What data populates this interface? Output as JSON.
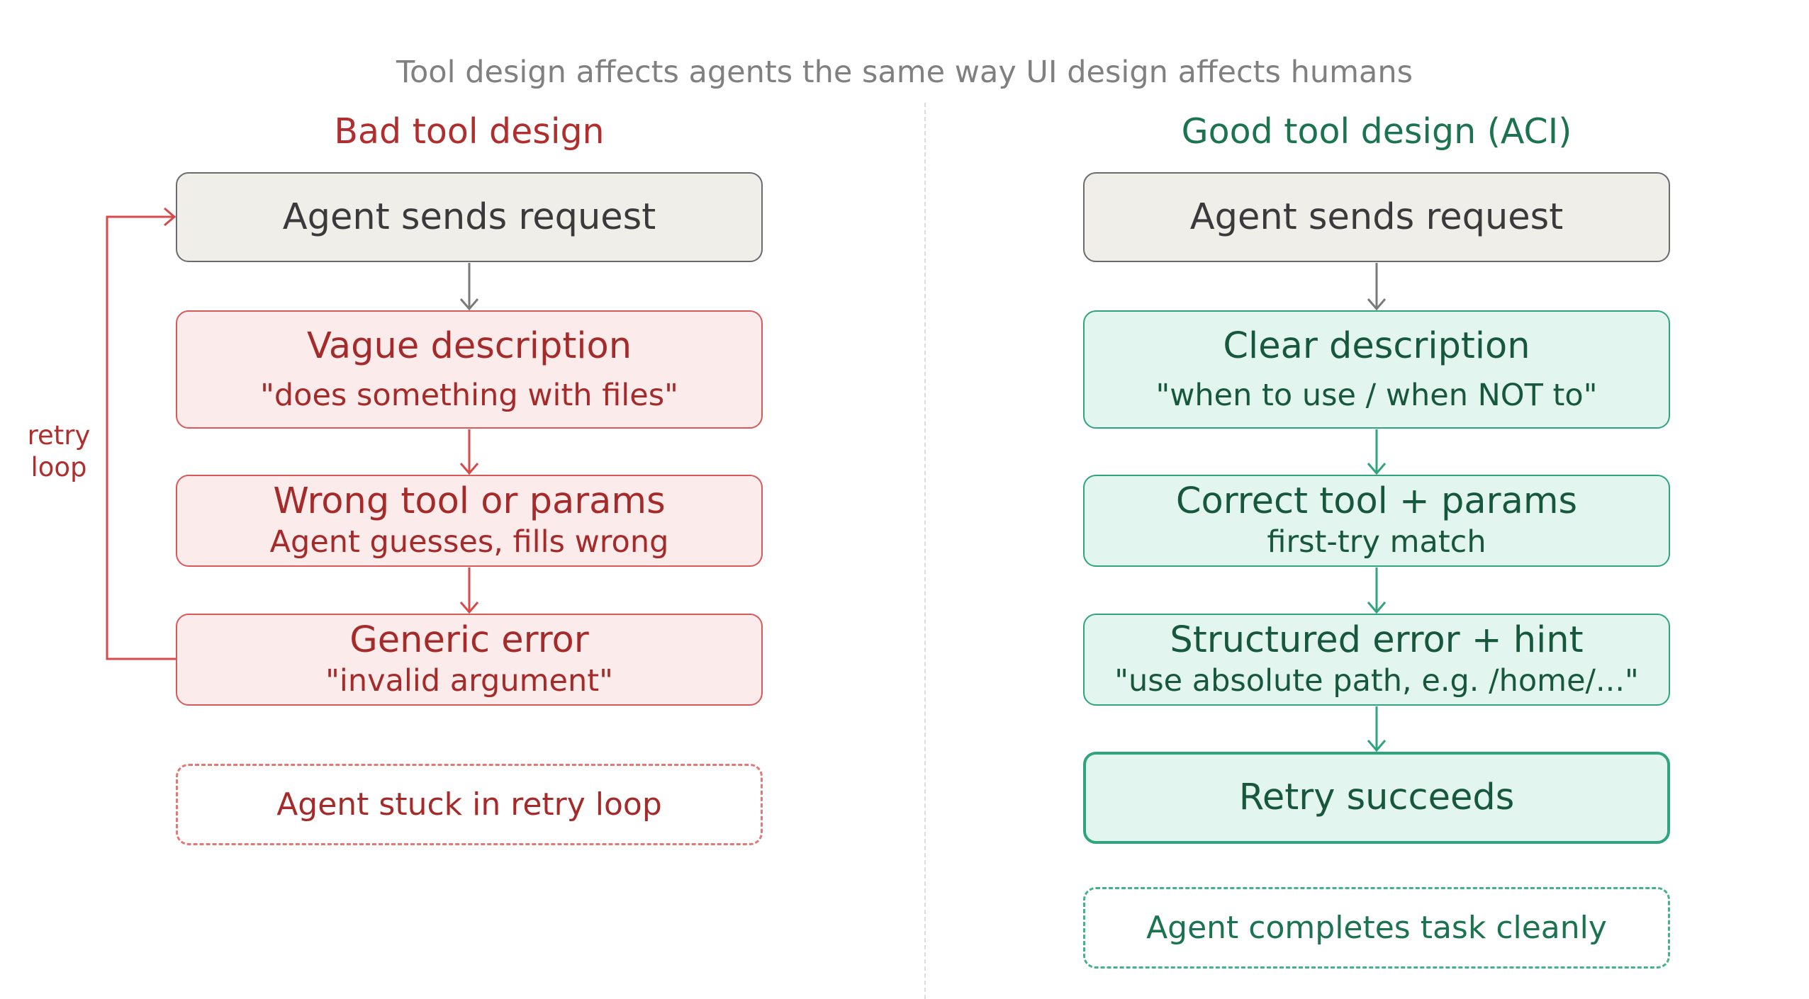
{
  "title": "Tool design affects agents the same way UI design affects humans",
  "bad": {
    "heading": "Bad tool design",
    "retry_label_line1": "retry",
    "retry_label_line2": "loop",
    "request": "Agent sends request",
    "vague_title": "Vague description",
    "vague_sub": "\"does something with files\"",
    "wrong_title": "Wrong tool or params",
    "wrong_sub": "Agent guesses, fills wrong",
    "error_title": "Generic error",
    "error_sub": "\"invalid argument\"",
    "outcome": "Agent stuck in retry loop"
  },
  "good": {
    "heading": "Good tool design (ACI)",
    "request": "Agent sends request",
    "clear_title": "Clear description",
    "clear_sub": "\"when to use / when NOT to\"",
    "correct_title": "Correct tool + params",
    "correct_sub": "first-try match",
    "structured_title": "Structured error + hint",
    "structured_sub": "\"use absolute path, e.g. /home/...\"",
    "retry": "Retry succeeds",
    "outcome": "Agent completes task cleanly"
  },
  "colors": {
    "bad_accent": "#b02e2e",
    "bad_fill": "#fcebeb",
    "good_accent": "#1b7350",
    "good_fill": "#e2f6ef",
    "neutral_fill": "#f0eee9",
    "title_gray": "#808080"
  }
}
